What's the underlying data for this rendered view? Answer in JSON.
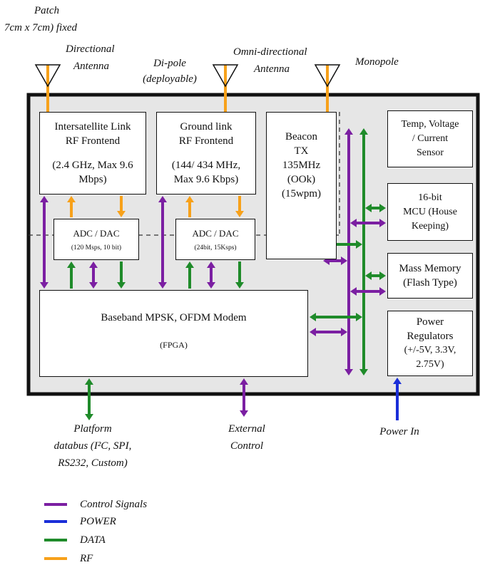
{
  "colors": {
    "control": "#7b1fa2",
    "power": "#1a2ed8",
    "data": "#1f8b2a",
    "rf": "#f7a11a",
    "panel_fill": "#e6e6e6",
    "frame": "#111111"
  },
  "antennas": {
    "patch": {
      "line1": "Patch",
      "line2": "7cm x 7cm) fixed",
      "line3": "Directional",
      "line4": "Antenna"
    },
    "dipole": {
      "line1": "Di-pole",
      "line2": "(deployable)"
    },
    "omni": {
      "line1": "Omni-directional",
      "line2": "Antenna"
    },
    "monopole": {
      "line1": "Monopole"
    }
  },
  "blocks": {
    "isl": {
      "line1": "Intersatellite Link",
      "line2": "RF Frontend",
      "line3": "(2.4 GHz, Max 9.6",
      "line4": "Mbps)"
    },
    "ground": {
      "line1": "Ground link",
      "line2": "RF Frontend",
      "line3": "(144/ 434 MHz,",
      "line4": "Max 9.6 Kbps)"
    },
    "beacon": {
      "line1": "Beacon",
      "line2": "TX",
      "line3": "135MHz",
      "line4": "(OOk)",
      "line5": "(15wpm)"
    },
    "adc1": {
      "line1": "ADC / DAC",
      "line2": "(120 Msps, 10 bit)"
    },
    "adc2": {
      "line1": "ADC / DAC",
      "line2": "(24bit, 15Ksps)"
    },
    "modem": {
      "line1": "Baseband MPSK, OFDM Modem",
      "line2": "(FPGA)"
    },
    "sensor": {
      "line1": "Temp, Voltage",
      "line2": "/ Current",
      "line3": "Sensor"
    },
    "mcu": {
      "line1": "16-bit",
      "line2": "MCU (House",
      "line3": "Keeping)"
    },
    "memory": {
      "line1": "Mass Memory",
      "line2": "(Flash Type)"
    },
    "power": {
      "line1": "Power",
      "line2": "Regulators",
      "line3": "(+/-5V, 3.3V,",
      "line4": "2.75V)"
    }
  },
  "external": {
    "platform": {
      "line1": "Platform",
      "line2": "databus (I²C, SPI,",
      "line3": "RS232, Custom)"
    },
    "control": {
      "line1": "External",
      "line2": "Control"
    },
    "power_in": {
      "line1": "Power In"
    }
  },
  "legend": [
    {
      "label": "Control Signals",
      "color": "#7b1fa2"
    },
    {
      "label": "POWER",
      "color": "#1a2ed8"
    },
    {
      "label": "DATA",
      "color": "#1f8b2a"
    },
    {
      "label": "RF",
      "color": "#f7a11a"
    }
  ]
}
